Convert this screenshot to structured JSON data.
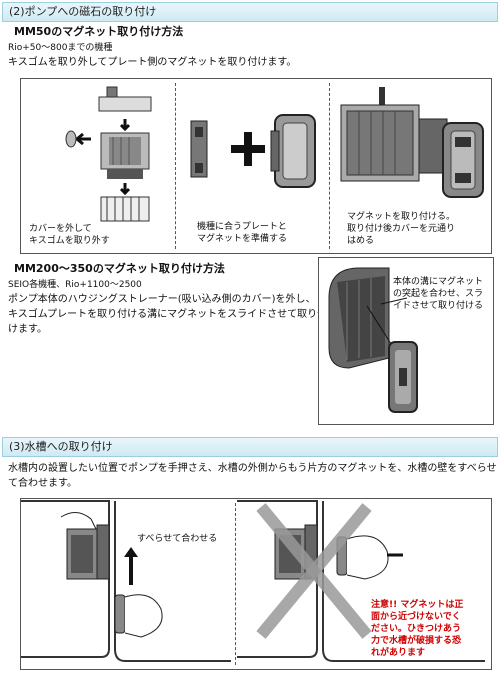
{
  "section1": {
    "title": "(2)ポンプへの磁石の取り付け",
    "mm50_heading": "MM50のマグネット取り付け方法",
    "mm50_models": "Rio+50〜800までの機種",
    "mm50_instruction": "キスゴムを取り外してプレート側のマグネットを取り付けます。",
    "step1_caption": [
      "カバーを外して",
      "キスゴムを取り外す"
    ],
    "step2_caption": [
      "機種に合うプレートと",
      "マグネットを準備する"
    ],
    "step3_caption": [
      "マグネットを取り付ける。",
      "取り付け後カバーを元通り",
      "はめる"
    ],
    "mm200_heading": "MM200〜350のマグネット取り付け方法",
    "mm200_models": "SEIO各機種、Rio+1100〜2500",
    "mm200_instruction": [
      "ポンプ本体のハウジングストレーナー(吸い込み側のカバー)を外し、",
      "キスゴムプレートを取り付ける溝にマグネットをスライドさせて取り付",
      "けます。"
    ],
    "mm200_callout": [
      "本体の溝にマグネット",
      "の突起を合わせ、スラ",
      "イドさせて取り付ける"
    ]
  },
  "section2": {
    "title": "(3)水槽への取り付け",
    "instruction": [
      "水槽内の設置したい位置でポンプを手押さえ、水槽の外側からもう片方のマグネットを、水槽の壁をすべらせ",
      "て合わせます。"
    ],
    "slide_caption": "すべらせて合わせる",
    "warning": [
      "注意!! マグネットは正",
      "面から近づけないでく",
      "ださい。ひきつけあう",
      "力で水槽が破損する恐",
      "れがあります"
    ]
  },
  "colors": {
    "section_bar": "#cfeaf3",
    "warning_text": "#d00000",
    "cross": "#999999"
  }
}
